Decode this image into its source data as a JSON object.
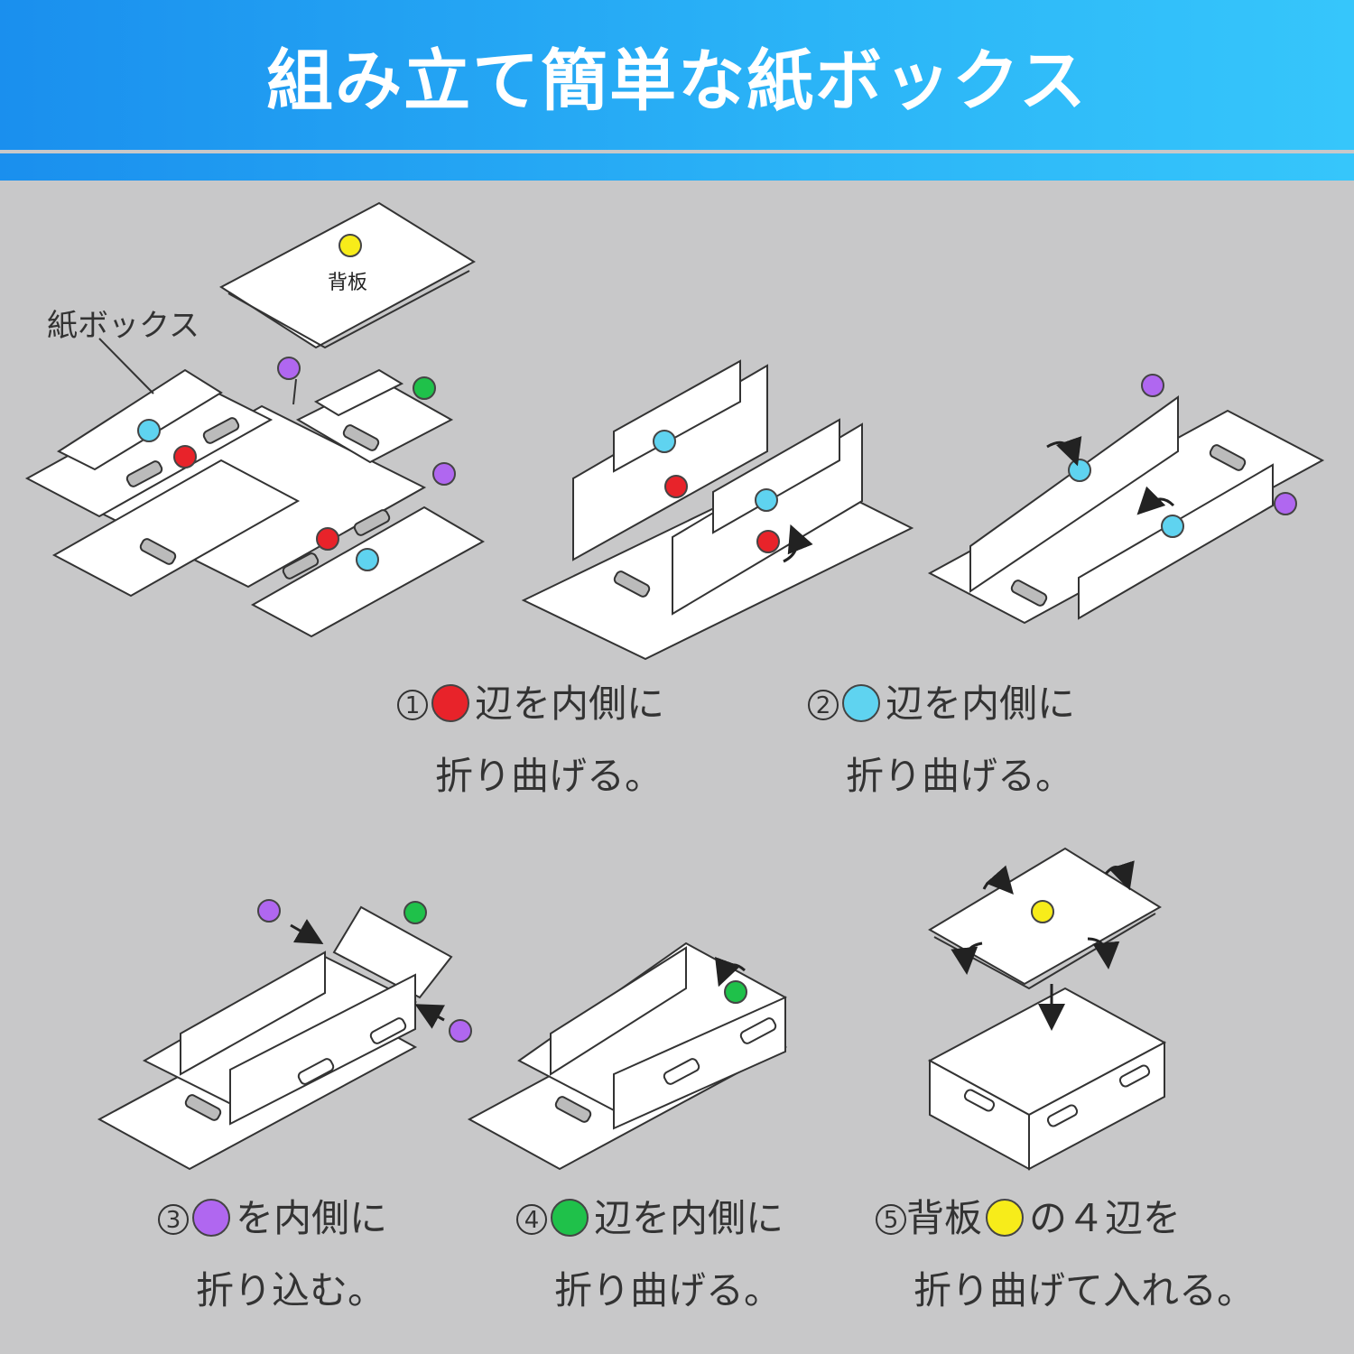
{
  "title": "組み立て簡単な紙ボックス",
  "labels": {
    "box": "紙ボックス",
    "back_panel": "背板"
  },
  "colors": {
    "red": "#e8232a",
    "cyan": "#5fd3f0",
    "purple": "#b067f0",
    "green": "#1fc14a",
    "yellow": "#f7ec1a"
  },
  "steps": [
    {
      "num": "1",
      "color": "red",
      "line1": "辺を内側に",
      "line2": "折り曲げる。"
    },
    {
      "num": "2",
      "color": "cyan",
      "line1": "辺を内側に",
      "line2": "折り曲げる。"
    },
    {
      "num": "3",
      "color": "purple",
      "line1": "を内側に",
      "line2": "折り込む。"
    },
    {
      "num": "4",
      "color": "green",
      "line1": "辺を内側に",
      "line2": "折り曲げる。"
    },
    {
      "num": "5",
      "prefix": "背板",
      "color": "yellow",
      "line1": "の４辺を",
      "line2": "折り曲げて入れる。"
    }
  ]
}
